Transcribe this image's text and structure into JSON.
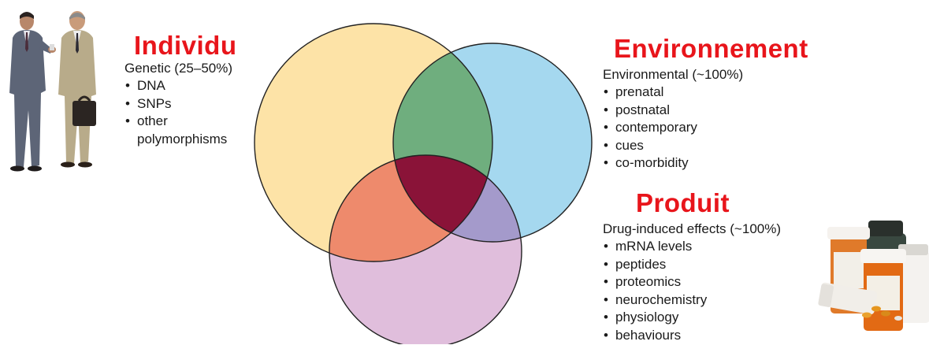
{
  "individu": {
    "heading": "Individu",
    "subtitle": "Genetic (25–50%)",
    "items": [
      "DNA",
      "SNPs",
      "other",
      "polymorphisms"
    ]
  },
  "environnement": {
    "heading": "Environnement",
    "subtitle": "Environmental (~100%)",
    "items": [
      "prenatal",
      "postnatal",
      "contemporary",
      "cues",
      "co-morbidity"
    ]
  },
  "produit": {
    "heading": "Produit",
    "subtitle": "Drug-induced effects (~100%)",
    "items": [
      "mRNA levels",
      "peptides",
      "proteomics",
      "neurochemistry",
      "physiology",
      "behaviours"
    ]
  },
  "colors": {
    "heading": "#e8151b",
    "circle_individu": "#fde3a7",
    "circle_environnement": "#a5d8ef",
    "circle_produit": "#e0bedc",
    "overlap_ind_env": "#6fae7e",
    "overlap_ind_prod": "#ee8a6c",
    "overlap_env_prod": "#a49acb",
    "overlap_center": "#8a1338"
  },
  "images": {
    "people": "two-businessmen-illustration",
    "pills": "medicine-bottles-illustration"
  }
}
